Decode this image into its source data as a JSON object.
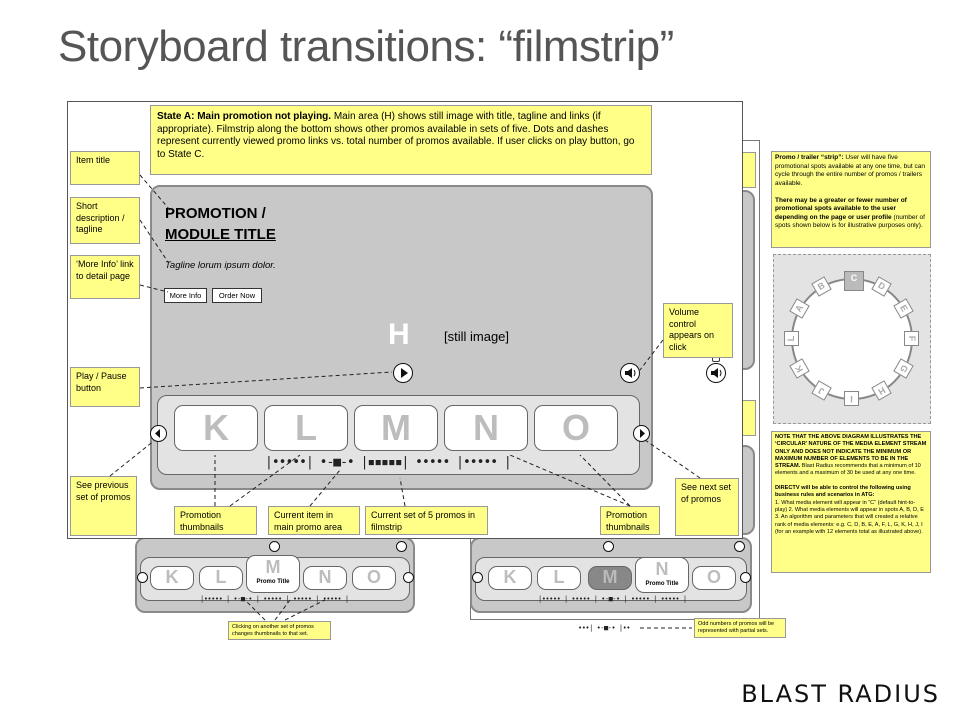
{
  "slide_title": "Storyboard transitions: “filmstrip”",
  "state_a": {
    "heading": "State A: Main promotion not playing.",
    "body": " Main area (H) shows still image with title, tagline and links (if appropriate). Filmstrip along the bottom shows other promos available in sets of five. Dots and dashes represent currently viewed promo links vs. total number of promos available. If user clicks on play button, go to State C."
  },
  "promo": {
    "title_line1": "PROMOTION /",
    "title_line2": "MODULE TITLE",
    "tagline": "Tagline lorum ipsum dolor.",
    "more_info": "More Info",
    "order_now": "Order Now",
    "h_label": "H",
    "still_image": "[still image]"
  },
  "thumbnails": [
    "K",
    "L",
    "M",
    "N",
    "O"
  ],
  "dots_main": "|•••••| •-■-• |▪▪▪▪▪| ••••• |••••• |",
  "callouts": {
    "item_title": "Item title",
    "short_desc": "Short description / tagline",
    "more_info_link": "‘More Info’ link to detail page",
    "play_pause": "Play / Pause button",
    "see_previous": "See previous set of promos",
    "promo_thumbs_left": "Promotion thumbnails",
    "current_item": "Current item in main promo area",
    "current_set": "Current set of 5 promos in filmstrip",
    "promo_thumbs_right": "Promotion thumbnails",
    "see_next": "See next set of promos",
    "volume": "Volume control appears on click"
  },
  "right_panel": {
    "strip_heading": "Promo / trailer “strip”:",
    "strip_body": " User will have five promotional spots available at any one time, but can cycle through the entire number of promos / trailers available.",
    "strip_bold": "There may be a greater or fewer number of promotional spots available to the user depending on the page or user profile",
    "strip_note": " (number of spots shown below is for illustrative purposes only).",
    "circle_letters": [
      "C",
      "D",
      "E",
      "F",
      "G",
      "H",
      "I",
      "J",
      "K",
      "L",
      "A",
      "B"
    ],
    "circular_note_bold": "NOTE THAT THE ABOVE DIAGRAM ILLUSTRATES THE ‘CIRCULAR’ NATURE OF THE MEDIA ELEMENT STREAM ONLY AND DOES NOT INDICATE THE MINIMUM OR MAXIMUM NUMBER OF ELEMENTS TO BE IN THE STREAM.",
    "circular_note_rest": " Blast Radius recommends that a minimum of 10 elements and a maximum of 30 be used at any one time.",
    "directv_bold": "DIRECTV will be able to control the following using business rules and scenarios in ATG:",
    "directv_items": "1. What media element will appear in “C” (default hint-to-play) 2. What media elements will appear in spots A, B, D, E 3. An algorithm and parameters that will created a relative rank of media elements: e.g. C, D, B, E, A, F, L, G, K, H, J, I (for an example with 12 elements total as illustrated above)."
  },
  "bottom": {
    "promo_title": "Promo Title",
    "clicking_note": "Clicking on another set of promos changes thumbnails to that set.",
    "odd_note": "Odd numbers of promos will be represented with partial sets.",
    "dots_small": "|••••• | •-■-• | ••••• | ••••• | ••••• |",
    "dots_small2": "|••••• | ••••• | •-■-• | ••••• | ••••• |",
    "dots_partial": "•••| •-■-• |••"
  },
  "logo": "BLAST RADIUS",
  "colors": {
    "note_bg": "#ffff88",
    "panel": "#c8c8c8",
    "strip": "#e3e3e3"
  }
}
